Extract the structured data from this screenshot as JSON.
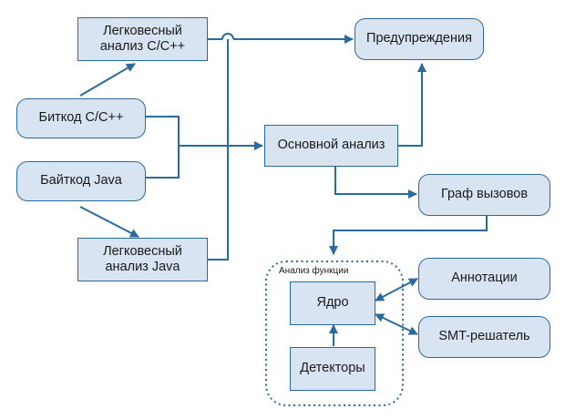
{
  "nodes": {
    "lightweight_cpp": "Легковесный\nанализ C/C++",
    "bitcode_cpp": "Биткод C/C++",
    "bytecode_java": "Байткод Java",
    "lightweight_java": "Легковесный\nанализ Java",
    "warnings": "Предупреждения",
    "main_analysis": "Основной анализ",
    "call_graph": "Граф вызовов",
    "annotations": "Аннотации",
    "core": "Ядро",
    "smt_solver": "SMT-решатель",
    "detectors": "Детекторы"
  },
  "group": {
    "label": "Анализ функции"
  },
  "colors": {
    "fill": "#d9e4f3",
    "border": "#2b6a9c",
    "arrow": "#2b6a9c"
  }
}
